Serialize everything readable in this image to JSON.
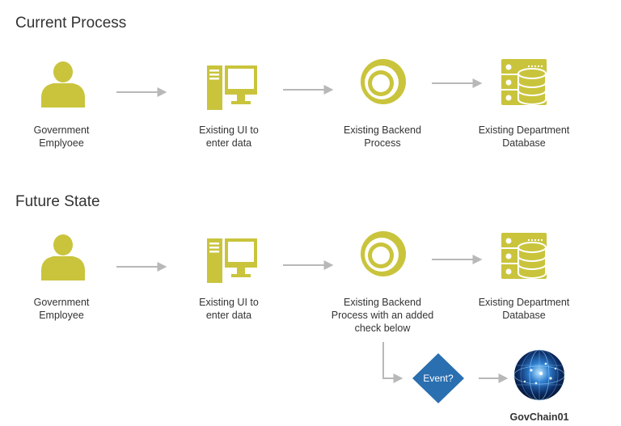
{
  "current": {
    "title": "Current Process",
    "nodes": [
      {
        "icon": "person-icon",
        "lines": [
          "Government",
          "Emplyoee"
        ]
      },
      {
        "icon": "computer-icon",
        "lines": [
          "Existing UI to",
          "enter data"
        ]
      },
      {
        "icon": "process-ring-icon",
        "lines": [
          "Existing Backend",
          "Process"
        ]
      },
      {
        "icon": "database-server-icon",
        "lines": [
          "Existing Department",
          "Database"
        ]
      }
    ]
  },
  "future": {
    "title": "Future State",
    "nodes": [
      {
        "icon": "person-icon",
        "lines": [
          "Government",
          "Employee"
        ]
      },
      {
        "icon": "computer-icon",
        "lines": [
          "Existing UI to",
          "enter data"
        ]
      },
      {
        "icon": "process-ring-icon",
        "lines": [
          "Existing Backend",
          "Process with an added",
          "check below"
        ]
      },
      {
        "icon": "database-server-icon",
        "lines": [
          "Existing Department",
          "Database"
        ]
      }
    ],
    "decision": {
      "label": "Event?"
    },
    "blockchain": {
      "icon": "globe-network-icon",
      "label": "GovChain01"
    }
  },
  "colors": {
    "icon": "#c9c43c",
    "arrow": "#b8b8b8",
    "decision": "#2a6fb0",
    "text": "#333333"
  }
}
